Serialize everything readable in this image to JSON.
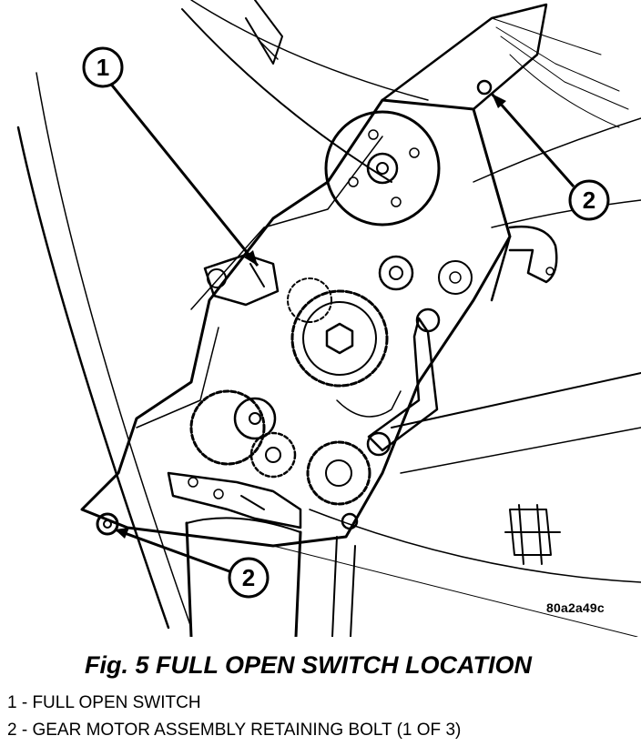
{
  "figure": {
    "image_code": "80a2a49c",
    "caption": "Fig. 5 FULL OPEN SWITCH LOCATION"
  },
  "callouts": [
    {
      "number": "1",
      "description": "FULL OPEN SWITCH"
    },
    {
      "number": "2",
      "description": "GEAR MOTOR ASSEMBLY RETAINING BOLT (1 OF 3)"
    }
  ],
  "legend": [
    "1 - FULL OPEN SWITCH",
    "2 - GEAR MOTOR ASSEMBLY RETAINING BOLT (1 OF 3)"
  ]
}
